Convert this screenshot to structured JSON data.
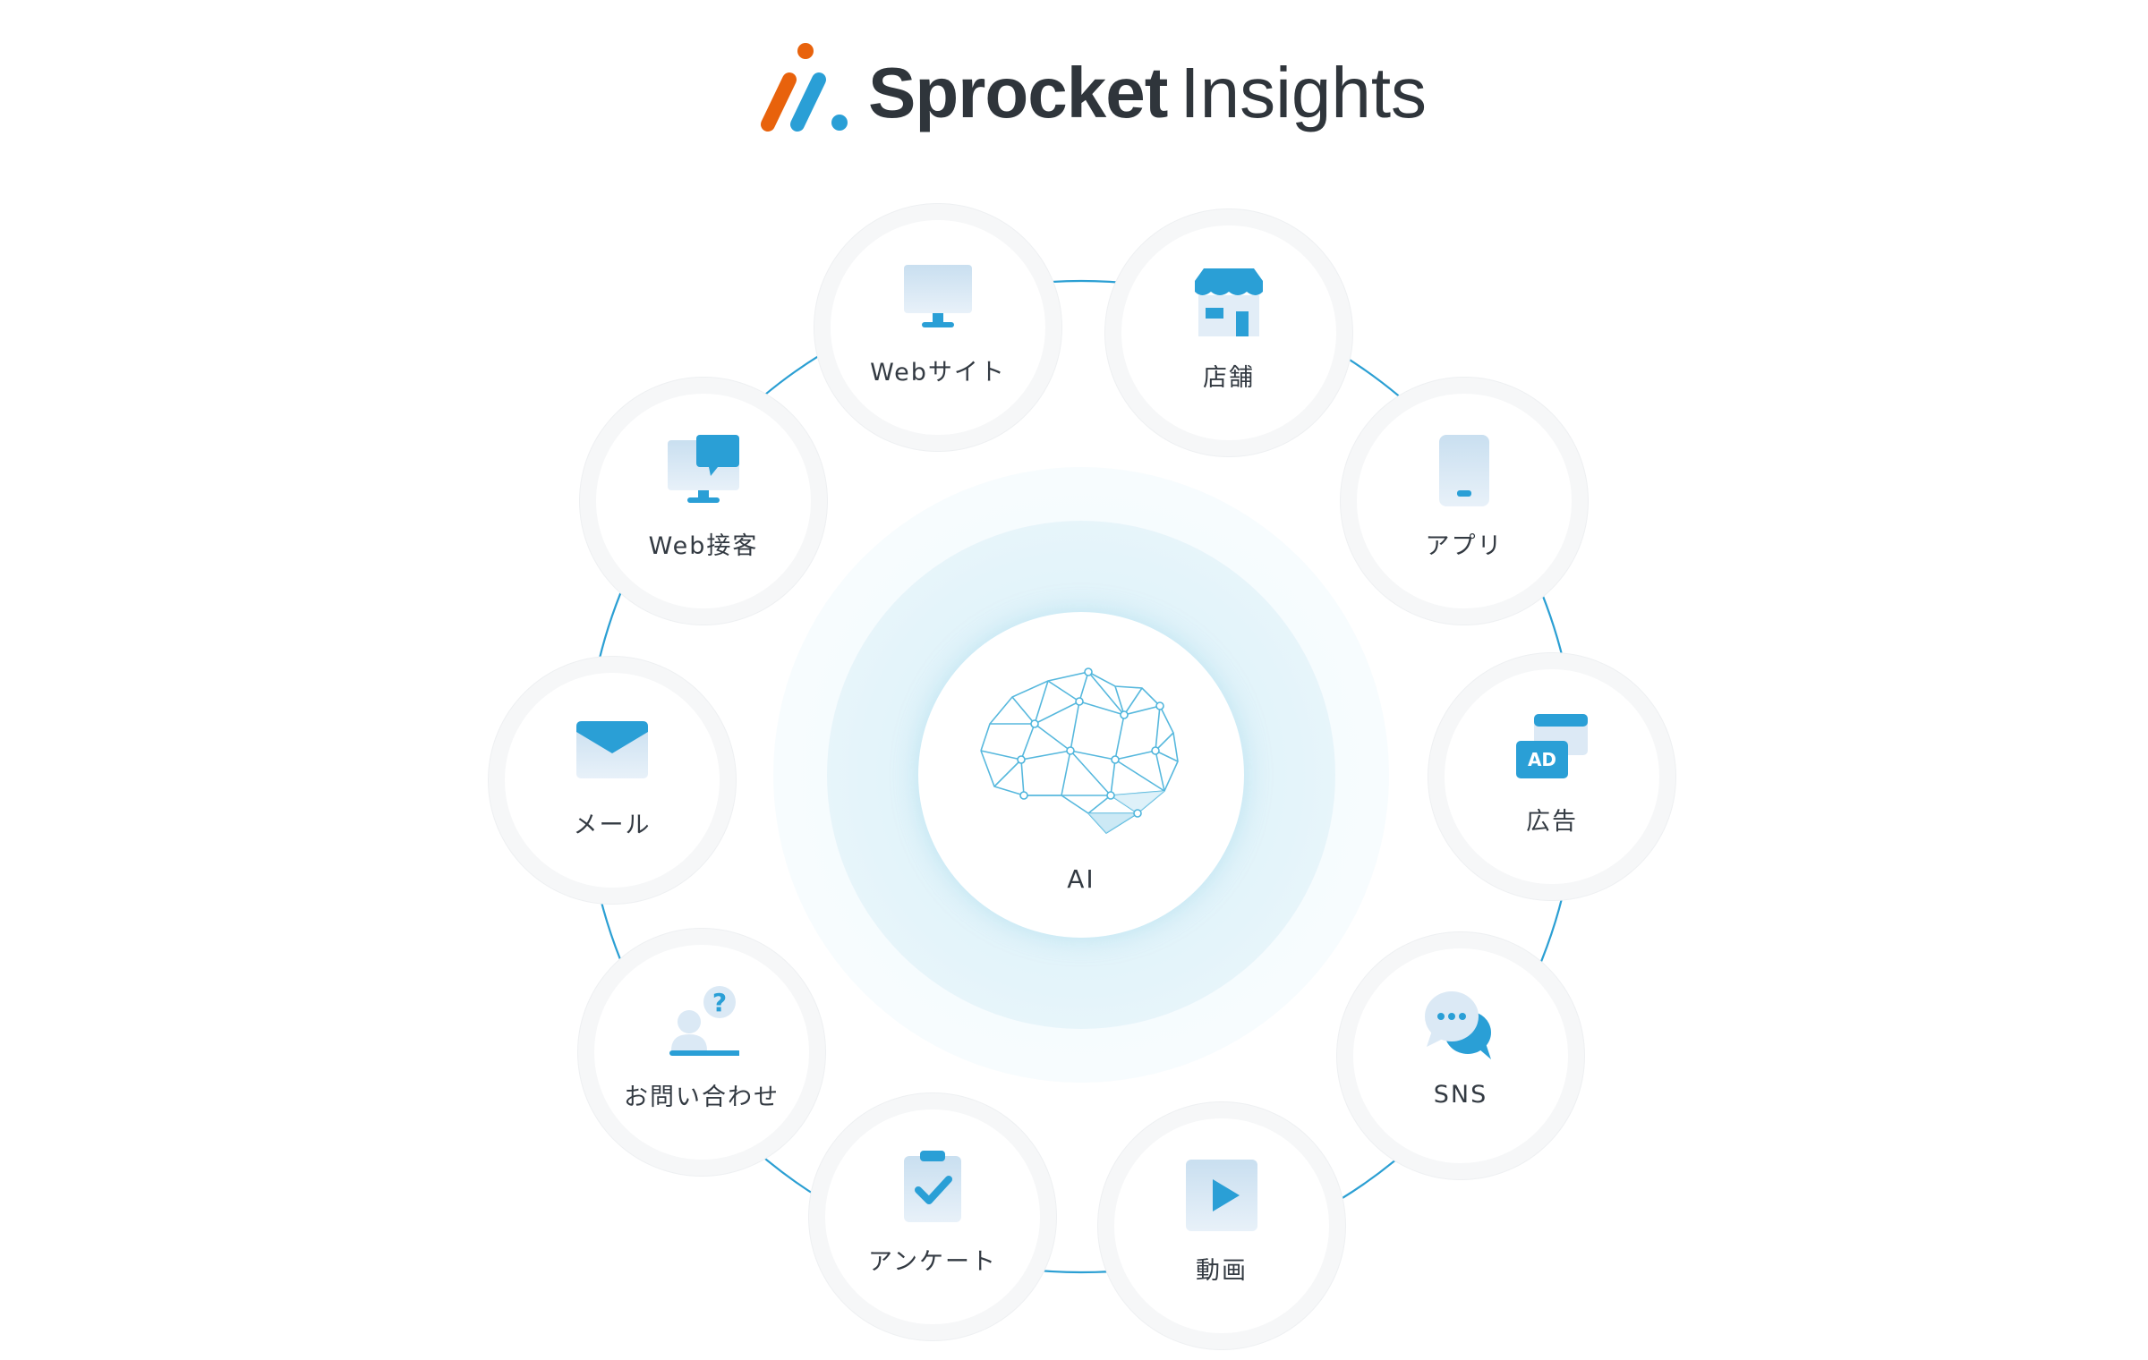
{
  "brand": {
    "word1": "Sprocket",
    "word2": "Insights",
    "mark_colors": [
      "#e8620c",
      "#2a9fd6"
    ]
  },
  "colors": {
    "ring_line": "#2b9fd3",
    "icon_blue": "#2a9fd6",
    "icon_light": "#dbe9f5"
  },
  "center": {
    "label": "AI",
    "icon": "brain-network-icon"
  },
  "channels": [
    {
      "label": "Webサイト",
      "icon": "monitor-icon"
    },
    {
      "label": "店舗",
      "icon": "store-icon"
    },
    {
      "label": "アプリ",
      "icon": "smartphone-icon"
    },
    {
      "label": "広告",
      "icon": "ad-icon"
    },
    {
      "label": "SNS",
      "icon": "chat-bubbles-icon"
    },
    {
      "label": "動画",
      "icon": "video-play-icon"
    },
    {
      "label": "アンケート",
      "icon": "clipboard-check-icon"
    },
    {
      "label": "お問い合わせ",
      "icon": "inquiry-person-icon"
    },
    {
      "label": "メール",
      "icon": "envelope-icon"
    },
    {
      "label": "Web接客",
      "icon": "monitor-chat-icon"
    }
  ]
}
